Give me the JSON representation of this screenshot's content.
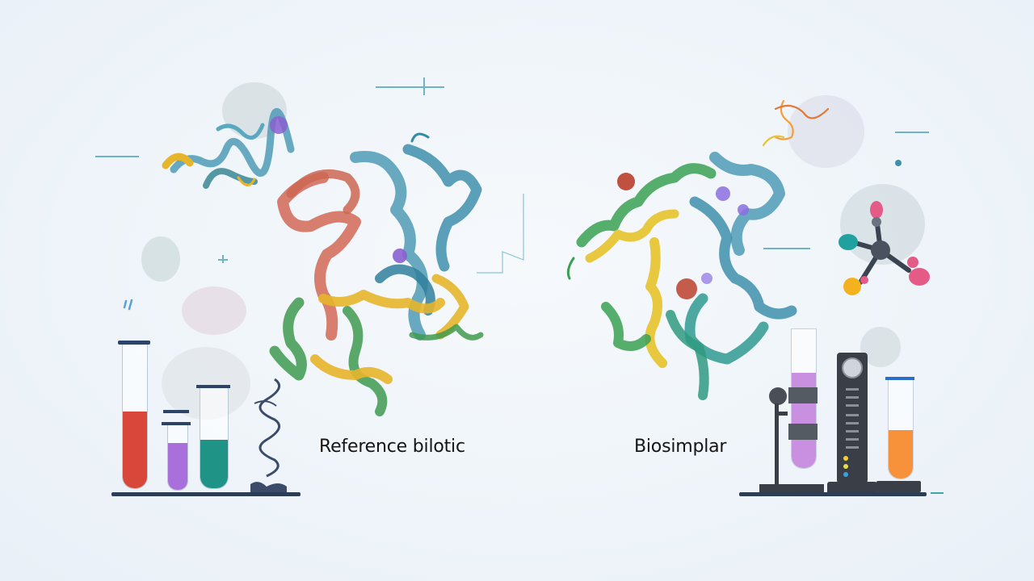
{
  "scene": {
    "description": "Illustration comparing a reference biologic protein structure with a biosimilar protein structure, flanked by laboratory equipment",
    "background_color": "#eef4f9"
  },
  "labels": {
    "left": "Reference bilotic",
    "right": "Biosimplar"
  },
  "left_group": {
    "protein_colors": [
      "#d4705f",
      "#4f9bb5",
      "#3f9a4f",
      "#e7b52a",
      "#8a5fd0"
    ],
    "test_tubes": [
      {
        "liquid": "red",
        "color": "#d8473a"
      },
      {
        "liquid": "purple",
        "color": "#a970dc"
      },
      {
        "liquid": "teal",
        "color": "#1f9486"
      }
    ],
    "extras": [
      "dna-helix",
      "small-protein-fragment"
    ]
  },
  "right_group": {
    "protein_colors": [
      "#4f9bb5",
      "#3aa154",
      "#e7c22a",
      "#b6341f",
      "#8b6fe0"
    ],
    "test_tubes": [
      {
        "liquid": "lilac",
        "color": "#c98fe0"
      },
      {
        "liquid": "orange",
        "color": "#f7923a"
      }
    ],
    "extras": [
      "clamp-stand",
      "analyzer-instrument",
      "molecule-model",
      "orange-fiber-fragment"
    ]
  },
  "colors": {
    "bench": "#2c3e55",
    "instrument": "#3a3f47",
    "accent_line": "#6fb3c8",
    "text": "#151515"
  }
}
